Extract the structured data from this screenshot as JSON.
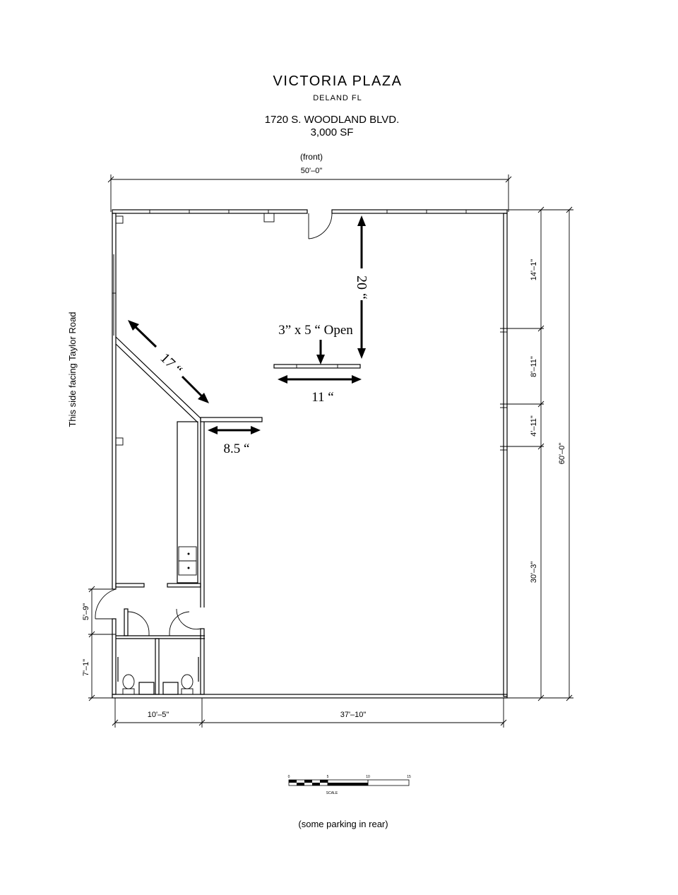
{
  "title": {
    "name": "VICTORIA PLAZA",
    "city": "DELAND FL",
    "address": "1720 S. WOODLAND BLVD.",
    "area": "3,000 SF"
  },
  "front_label": "(front)",
  "side_label": "This side facing Taylor Road",
  "dimensions": {
    "top_width": "50'–0\"",
    "right_total": "60'–0\"",
    "right_seg1": "14'–1\"",
    "right_seg2": "8'–11\"",
    "right_seg3": "4'–11\"",
    "right_seg4": "30'–3\"",
    "left_seg1": "5'–9\"",
    "left_seg2": "7'–1\"",
    "bottom_left": "10'–5\"",
    "bottom_right": "37'–10\""
  },
  "annotations": {
    "twenty": "20 “",
    "opening": "3” x 5 “ Open",
    "eleven": "11 “",
    "seventeen": "17 “",
    "eight_five": "8.5 “"
  },
  "scale": {
    "ticks": [
      "0",
      "5",
      "10",
      "15"
    ],
    "label": "SCALE"
  },
  "footer_note": "(some parking in rear)"
}
